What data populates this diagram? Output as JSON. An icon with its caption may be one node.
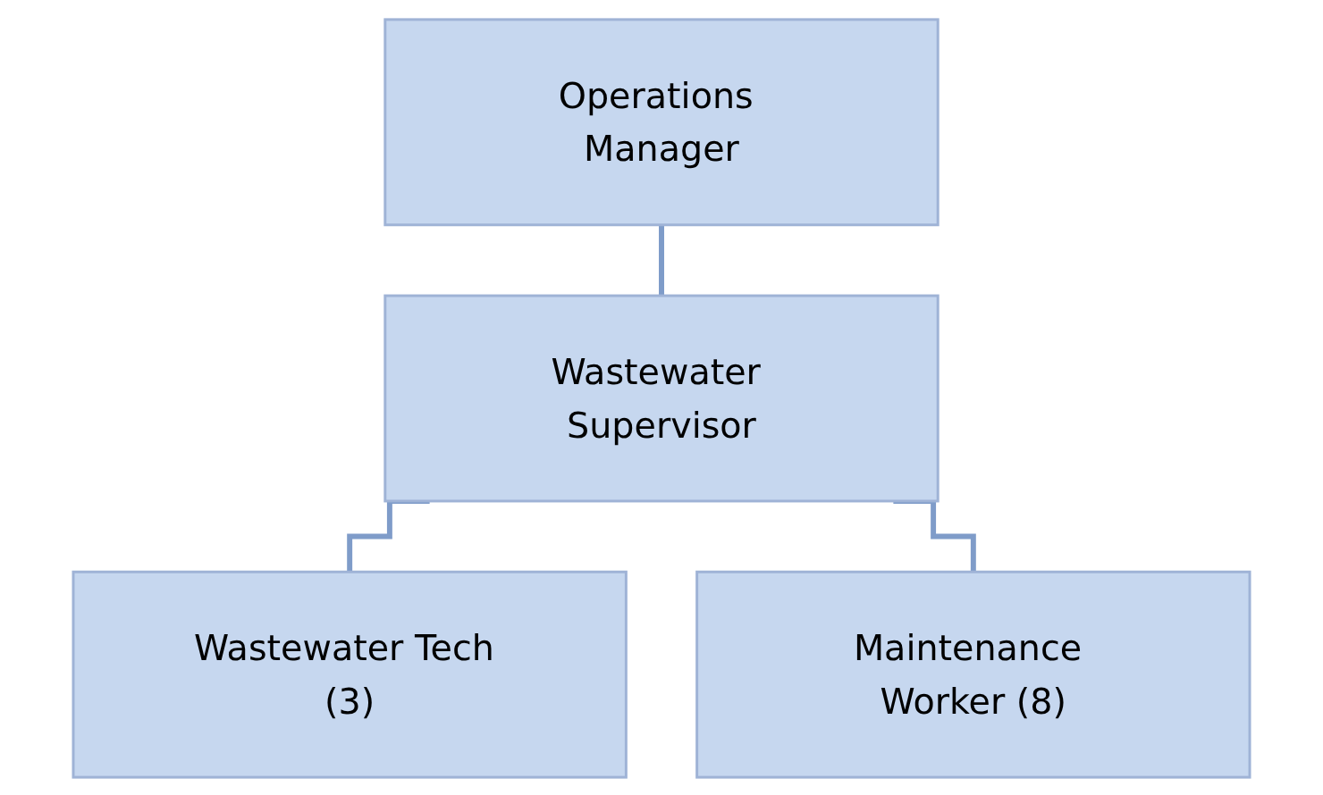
{
  "diagram": {
    "nodes": [
      {
        "text": [
          "Operations Manager"
        ]
      },
      {
        "text": [
          "Wastewater Supervisor"
        ]
      },
      {
        "text": [
          "Wastewater Tech (3)"
        ]
      },
      {
        "text": [
          "Maintenance Worker (8)"
        ]
      }
    ],
    "edges": [
      {
        "from": 0,
        "to": 1,
        "arrow": "none"
      },
      {
        "from": 1,
        "to": 2,
        "arrow": "none"
      },
      {
        "from": 1,
        "to": 3,
        "arrow": "none"
      }
    ]
  }
}
